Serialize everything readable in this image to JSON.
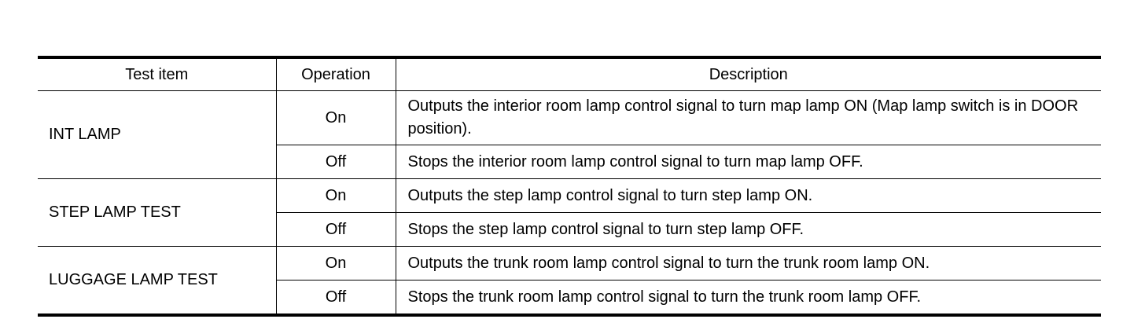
{
  "table": {
    "headers": [
      "Test item",
      "Operation",
      "Description"
    ],
    "groups": [
      {
        "item": "INT LAMP",
        "rows": [
          {
            "operation": "On",
            "description": "Outputs the interior room lamp control signal to turn map lamp ON (Map lamp switch is in DOOR position)."
          },
          {
            "operation": "Off",
            "description": "Stops the interior room lamp control signal to turn map lamp OFF."
          }
        ]
      },
      {
        "item": "STEP LAMP TEST",
        "rows": [
          {
            "operation": "On",
            "description": "Outputs the step lamp control signal to turn step lamp ON."
          },
          {
            "operation": "Off",
            "description": "Stops the step lamp control signal to turn step lamp OFF."
          }
        ]
      },
      {
        "item": "LUGGAGE LAMP TEST",
        "rows": [
          {
            "operation": "On",
            "description": "Outputs the trunk room lamp control signal to turn the trunk room lamp ON."
          },
          {
            "operation": "Off",
            "description": "Stops the trunk room lamp control signal to turn the trunk room lamp OFF."
          }
        ]
      }
    ]
  }
}
